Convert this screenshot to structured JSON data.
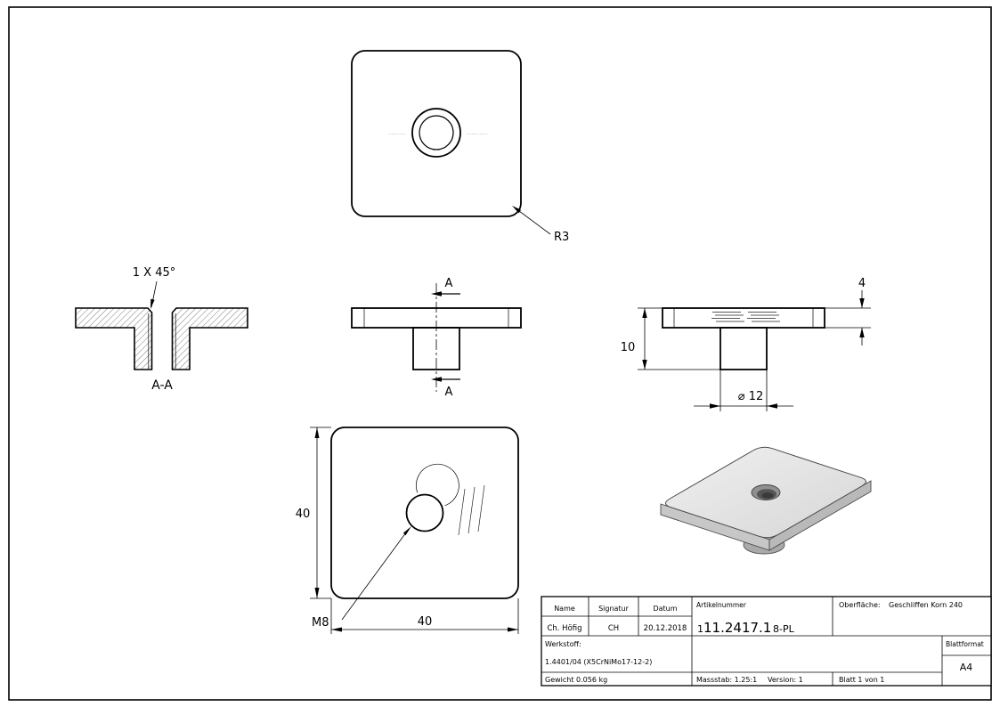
{
  "drawing": {
    "top_view": {
      "marking_left": "···········",
      "marking_right": "·············",
      "radius_label": "R3"
    },
    "section_view": {
      "chamfer_label": "1 X 45°",
      "label": "A-A"
    },
    "front_view": {
      "section_label_top": "A",
      "section_label_bottom": "A"
    },
    "side_view": {
      "thickness_dim": "4",
      "height_dim": "10",
      "boss_diameter_dim": "⌀ 12"
    },
    "bottom_view": {
      "width_dim": "40",
      "height_dim": "40",
      "thread_label": "M8"
    }
  },
  "title_block": {
    "headers": {
      "name": "Name",
      "signature": "Signatur",
      "date": "Datum"
    },
    "values": {
      "name": "Ch. Höfig",
      "signature": "CH",
      "date": "20.12.2018"
    },
    "article": {
      "label": "Artikelnummer",
      "prefix": "1",
      "main": "11.2417.1",
      "suffix": "8-PL"
    },
    "surface": {
      "label": "Oberfläche:",
      "value": "Geschliffen Korn 240"
    },
    "material": {
      "label": "Werkstoff:",
      "value": "1.4401/04 (X5CrNiMo17-12-2)"
    },
    "weight": "Gewicht 0.056 kg",
    "scale": "Massstab: 1.25:1",
    "version": "Version: 1",
    "sheet": "Blatt 1 von 1",
    "format": {
      "label": "Blattformat",
      "value": "A4"
    }
  }
}
